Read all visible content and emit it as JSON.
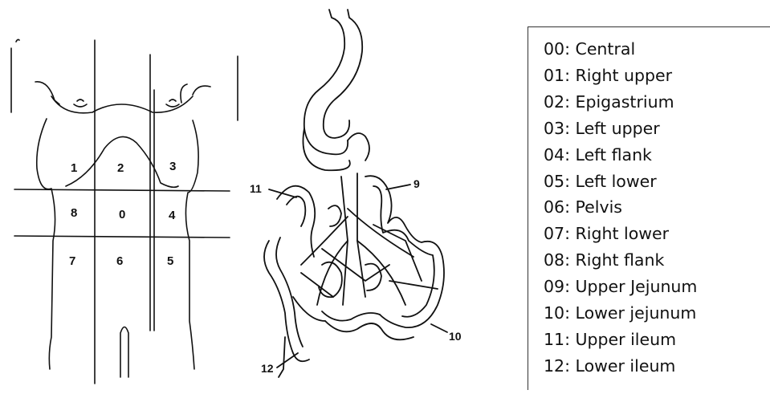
{
  "torso": {
    "regions": [
      "1",
      "2",
      "3",
      "8",
      "0",
      "4",
      "7",
      "6",
      "5"
    ]
  },
  "intestine": {
    "labels": [
      "9",
      "10",
      "11",
      "12"
    ]
  },
  "legend": {
    "items": [
      "00: Central",
      "01: Right upper",
      "02: Epigastrium",
      "03: Left upper",
      "04: Left flank",
      "05: Left lower",
      "06: Pelvis",
      "07: Right lower",
      "08: Right flank",
      "09: Upper Jejunum",
      "10: Lower jejunum",
      "11: Upper ileum",
      "12: Lower ileum"
    ]
  }
}
